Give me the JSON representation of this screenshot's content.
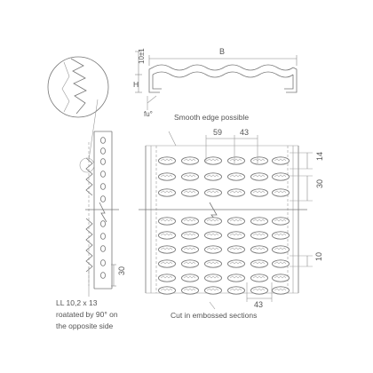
{
  "labels": {
    "dim_B": "B",
    "dim_H": "H",
    "dim_10pm1": "10±1",
    "angle": "fu°",
    "smooth_edge": "Smooth edge possible",
    "dim_59": "59",
    "dim_43_top": "43",
    "dim_14": "14",
    "dim_30_right": "30",
    "dim_10": "10",
    "dim_43_bottom": "43",
    "dim_30_left": "30",
    "ll_note_line1": "LL 10,2 x 13",
    "ll_note_line2": "roatated by 90° on",
    "ll_note_line3": "the opposite side",
    "cut_note": "Cut in embossed sections"
  },
  "pattern": {
    "rows_upper": 3,
    "rows_lower": 6,
    "slots_per_row": 6
  },
  "colors": {
    "line": "#777777",
    "text": "#555555",
    "background": "#ffffff"
  }
}
